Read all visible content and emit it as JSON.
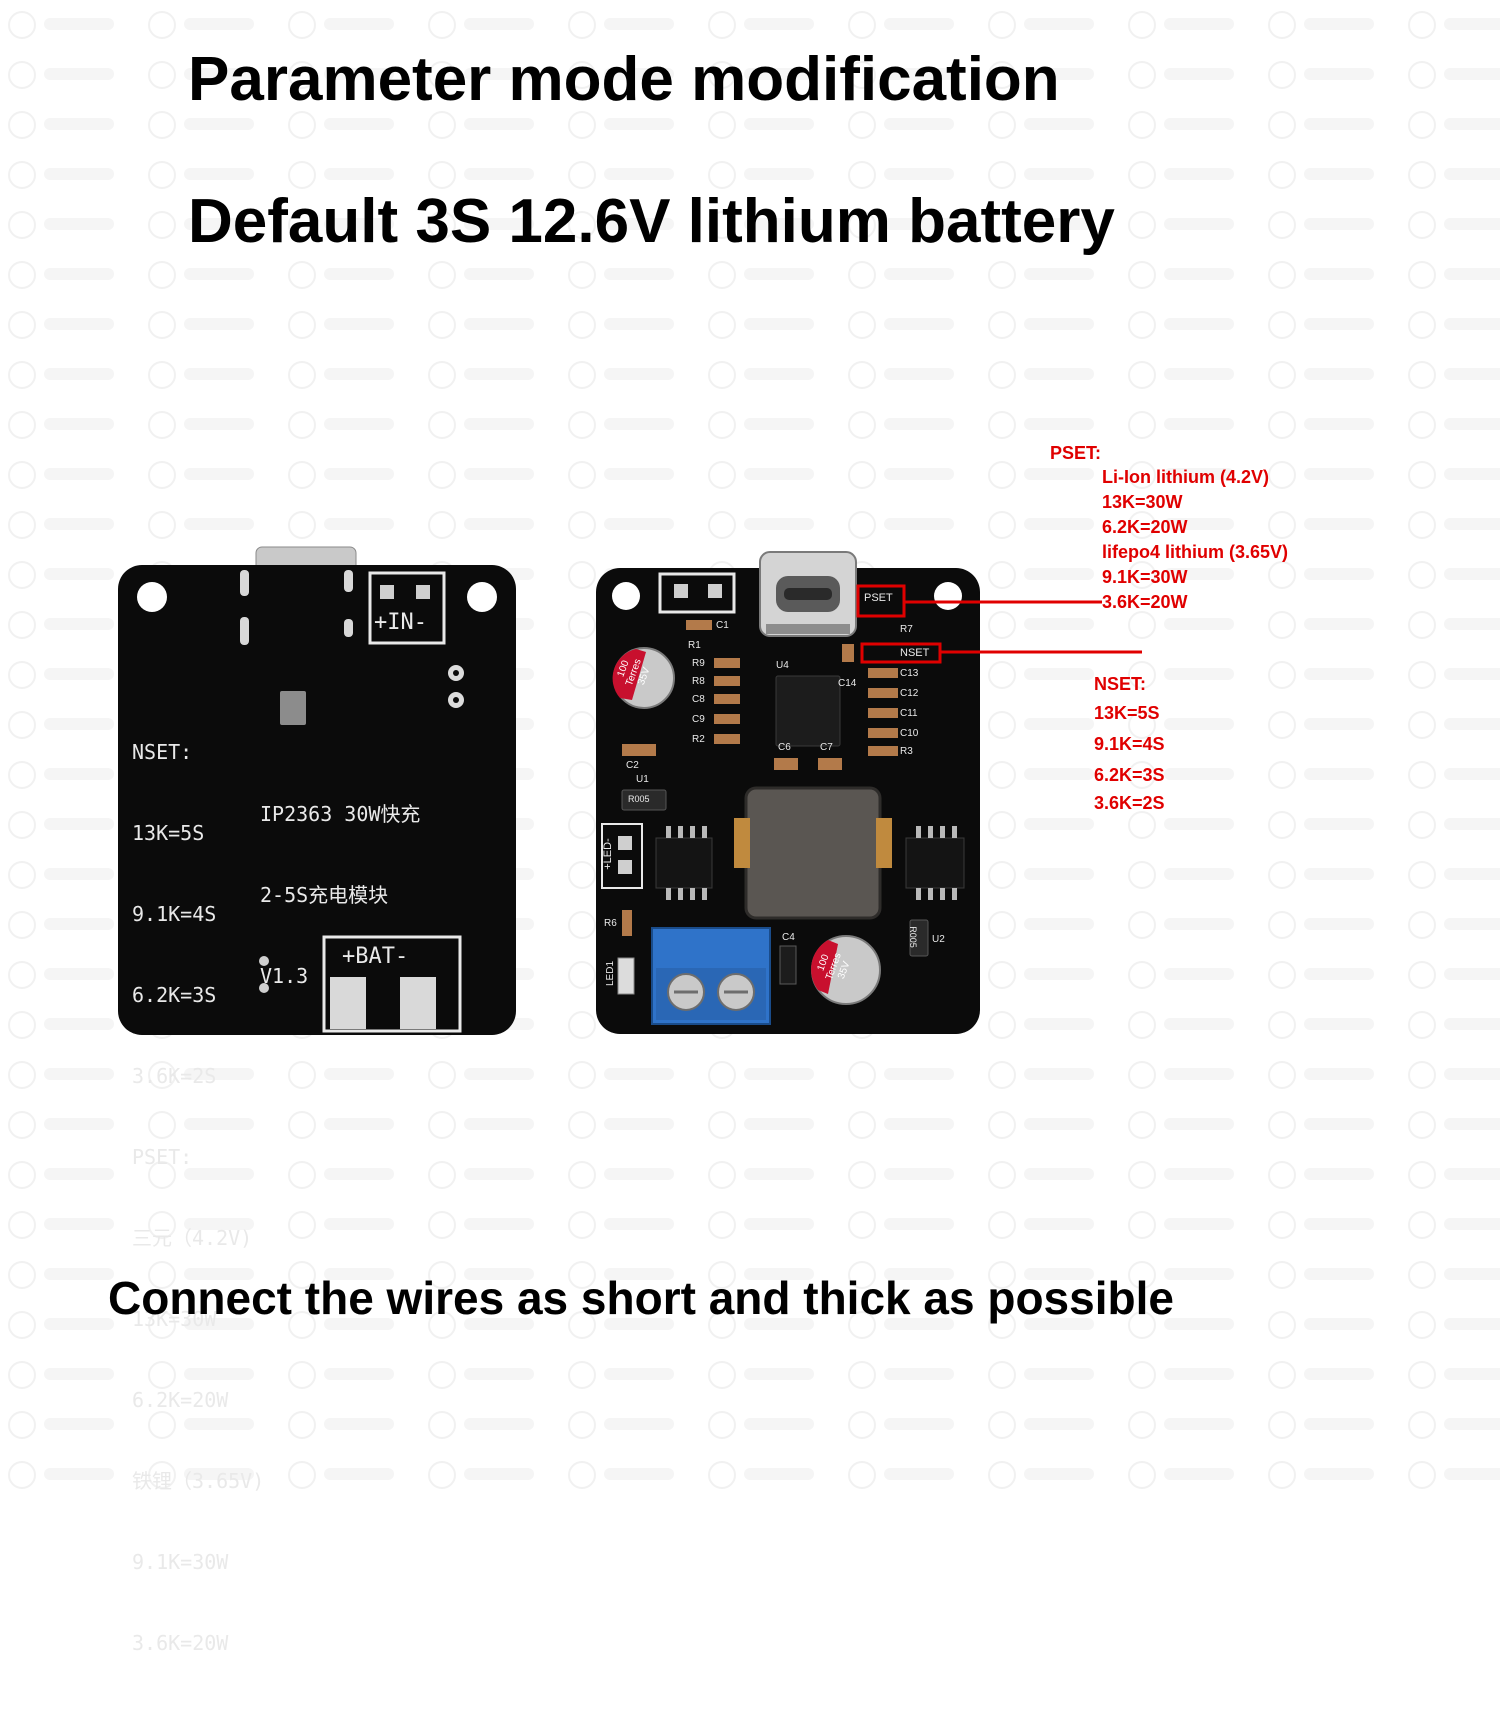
{
  "headlines": {
    "line1": "Parameter mode modification",
    "line2": "Default 3S 12.6V lithium battery",
    "footer": "Connect the wires as short and thick as possible"
  },
  "back_board": {
    "in_label": "+IN-",
    "bat_label": "+BAT-",
    "silk_left": [
      "NSET:",
      "13K=5S",
      "9.1K=4S",
      "6.2K=3S",
      "3.6K=2S",
      "PSET:",
      "三元（4.2V)",
      "13K=30W",
      "6.2K=20W",
      "铁锂（3.65V)",
      "9.1K=30W",
      "3.6K=20W"
    ],
    "silk_title": [
      "IP2363 30W快充",
      "2-5S充电模块",
      "V1.3"
    ]
  },
  "front_board": {
    "pset_box": "PSET",
    "nset_box": "NSET",
    "led_label": "+LED-",
    "component_labels": {
      "c1": "C1",
      "r1": "R1",
      "r9": "R9",
      "r8": "R8",
      "c8": "C8",
      "c9": "C9",
      "r2": "R2",
      "u4": "U4",
      "c14": "C14",
      "r7": "R7",
      "c13": "C13",
      "c12": "C12",
      "c11": "C11",
      "c10": "C10",
      "r3": "R3",
      "c6": "C6",
      "c7": "C7",
      "c2": "C2",
      "u1": "U1",
      "r6": "R6",
      "led1": "LED1",
      "c4": "C4",
      "u2": "U2",
      "r005_a": "R005",
      "r005_b": "R005"
    },
    "capacitor_text": [
      "100",
      "Terres",
      "35V"
    ]
  },
  "callouts": {
    "pset": {
      "title": "PSET:",
      "lines": [
        "Li-Ion lithium (4.2V)",
        "13K=30W",
        "6.2K=20W",
        "lifepo4 lithium (3.65V)",
        "9.1K=30W",
        "3.6K=20W"
      ]
    },
    "nset": {
      "title": "NSET:",
      "lines": [
        "13K=5S",
        "9.1K=4S",
        "6.2K=3S",
        "3.6K=2S"
      ]
    },
    "color": "#e00000"
  },
  "colors": {
    "pcb": "#0b0b0b",
    "silkscreen": "#e9e9e9",
    "terminal_block": "#2f73c9",
    "callout": "#e00000"
  }
}
